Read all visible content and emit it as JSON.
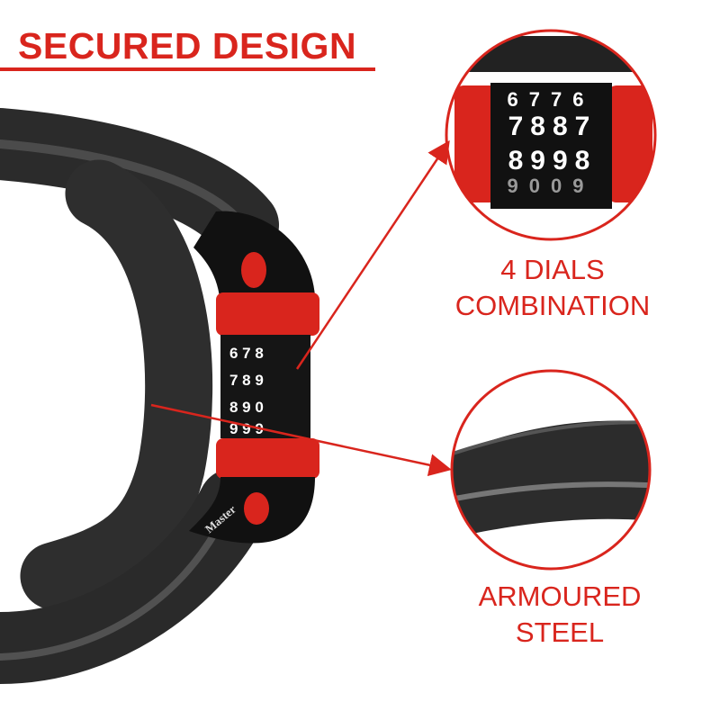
{
  "title": "SECURED DESIGN",
  "brand_logo": "Master",
  "accent_color": "#d9251d",
  "callouts": [
    {
      "lines": [
        "4 DIALS",
        "COMBINATION"
      ],
      "detail": "dial-closeup"
    },
    {
      "lines": [
        "ARMOURED",
        "STEEL"
      ],
      "detail": "cable-closeup"
    }
  ],
  "dial_closeup_rows": [
    "6776",
    "7887",
    "8998",
    "9009"
  ]
}
